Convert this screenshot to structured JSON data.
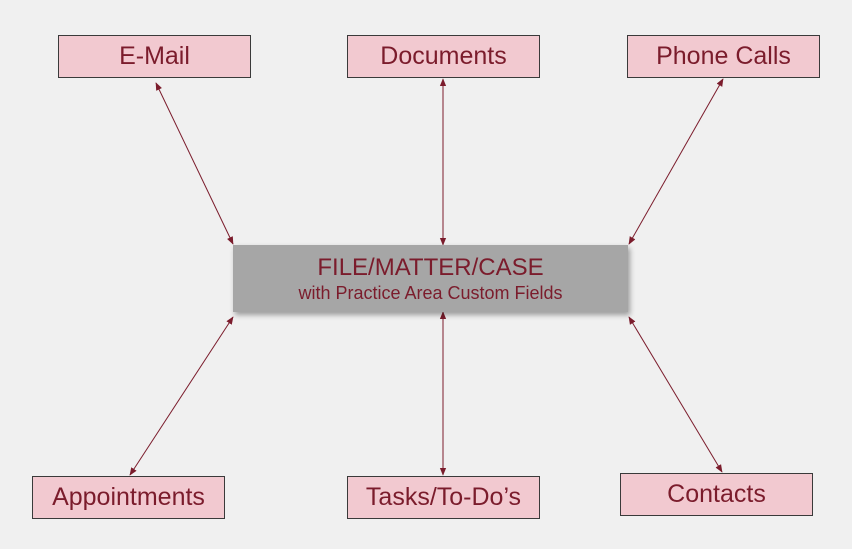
{
  "colors": {
    "background": "#f0f0f0",
    "node_fill": "#f2c9d0",
    "node_border": "#3a3a3a",
    "text": "#7b1c2c",
    "center_fill": "#a6a6a6",
    "connector": "#7b1c2c"
  },
  "center": {
    "title": "FILE/MATTER/CASE",
    "subtitle": "with Practice Area Custom Fields"
  },
  "nodes": {
    "email": "E-Mail",
    "documents": "Documents",
    "phone_calls": "Phone Calls",
    "appointments": "Appointments",
    "tasks": "Tasks/To-Do’s",
    "contacts": "Contacts"
  }
}
